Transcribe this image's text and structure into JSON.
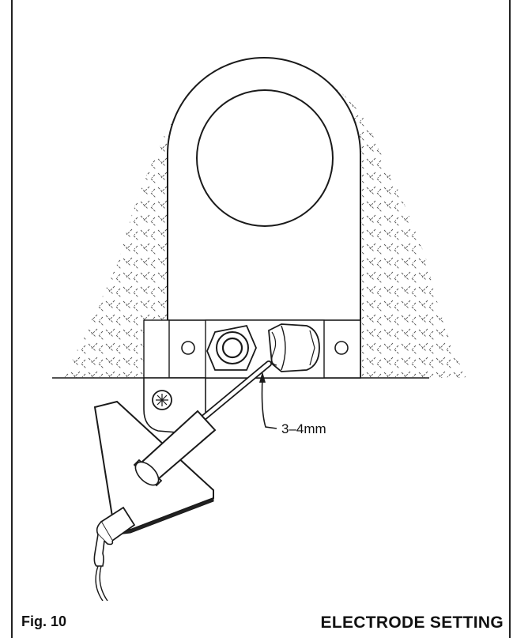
{
  "figure": {
    "label": "Fig. 10",
    "title": "ELECTRODE SETTING"
  },
  "annotations": {
    "gap": "3–4mm"
  },
  "colors": {
    "ink": "#1a1a1a",
    "paper": "#ffffff"
  }
}
